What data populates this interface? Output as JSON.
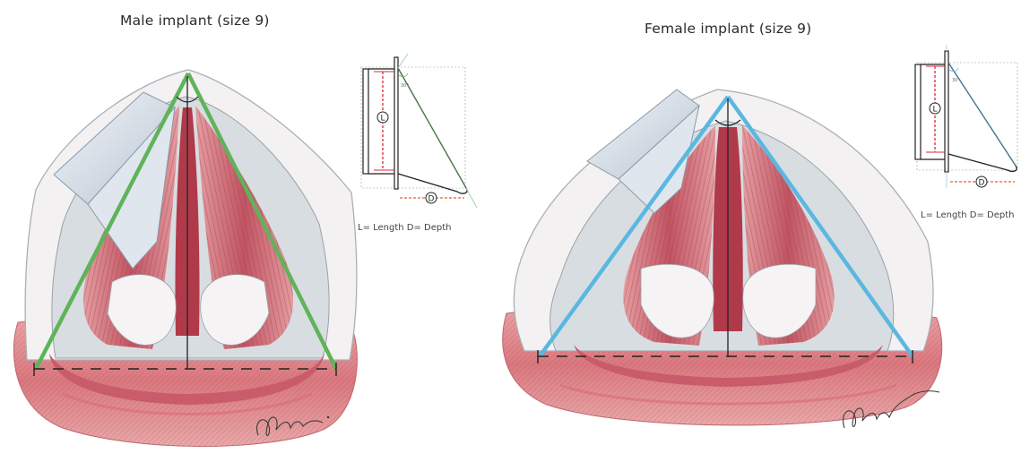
{
  "panels": [
    {
      "id": "male",
      "title": "Male implant (size 9)",
      "legend": "L= Length  D= Depth",
      "line_color": "#5fb35a",
      "schematic_labels": {
        "length": "L",
        "depth": "D",
        "angle": "30°"
      }
    },
    {
      "id": "female",
      "title": "Female implant (size 9)",
      "legend": "L= Length  D= Depth",
      "line_color": "#5ab8e0",
      "schematic_labels": {
        "length": "L",
        "depth": "D",
        "angle": "30°"
      }
    }
  ],
  "colors": {
    "tissue_red": "#d9787f",
    "muscle_dark": "#b8434f",
    "cartilage": "#f2efee",
    "shadow_gray": "#9aa2a8",
    "measure_red": "#d8283d",
    "depth_orange": "#e8612a"
  }
}
